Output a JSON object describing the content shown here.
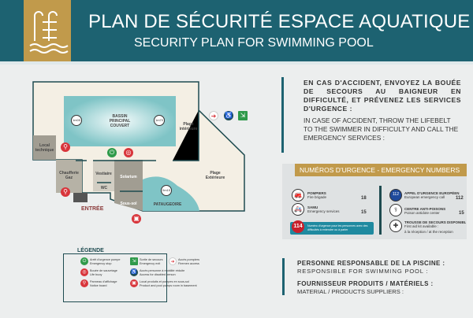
{
  "header": {
    "title_fr": "PLAN DE SÉCURITÉ ESPACE AQUATIQUE",
    "title_en": "SECURITY PLAN FOR SWIMMING POOL",
    "logo_icon": "pool-ladder-icon"
  },
  "plan": {
    "pool": "BASSIN PRINCIPAL COUVERT",
    "depth_shallow": "1m05",
    "depth_deep": "1m70",
    "kiddie_depth": "0m15",
    "local_technique": "Local technique",
    "chaufferie": "Chaufferie Gaz",
    "vestiaire": "Vestiaire",
    "wc": "WC",
    "solarium": "Solarium",
    "sous_sol": "Sous-sol",
    "pataugeoire": "PATAUGEOIRE",
    "plage_int": "Plage intérieure",
    "plage_ext": "Plage Extérieure",
    "entree": "ENTRÉE"
  },
  "instructions": {
    "fr": "En cas d'accident, envoyez la bouée de secours au baigneur en difficulté, et prévenez les services d'urgence :",
    "en": "In case of accident, throw the lifebelt to the swimmer in difficulty and call the emergency services :"
  },
  "emergency": {
    "title": "NUMÉROS D'URGENCE - EMERGENCY NUMBERS",
    "items": [
      {
        "fr": "POMPIERS",
        "en": "Fire brigade",
        "number": "18"
      },
      {
        "fr": "SAMU",
        "en": "Emergency services",
        "number": "15"
      },
      {
        "fr": "APPEL D'URGENCE EUROPÉEN",
        "en": "European emergency call",
        "number": "112"
      },
      {
        "fr": "CENTRE ANTI-POISONS",
        "en": "Poison antidote center",
        "number": "15"
      },
      {
        "fr": "TROUSSE DE SECOURS DISPONIBLE",
        "en": "First aid kit available :",
        "number": "à la réception / at the reception"
      }
    ],
    "sms": {
      "number": "114",
      "text": "Numéro d'urgence pour les personnes avec des difficultés à entendre ou à parler"
    }
  },
  "legend": {
    "title": "LÉGENDE",
    "items": [
      {
        "fr": "Arrêt d'urgence pompe",
        "en": "Emergency stop"
      },
      {
        "fr": "Bouée de sauvetage",
        "en": "Life buoy"
      },
      {
        "fr": "Panneau d'affichage",
        "en": "Notice board"
      },
      {
        "fr": "Sortie de secours",
        "en": "Emergency exit"
      },
      {
        "fr": "Accès personne à mobilité réduite",
        "en": "Access for disabled person"
      },
      {
        "fr": "Local produits et pompes en sous-sol",
        "en": "Product and pool pumps room in basement"
      },
      {
        "fr": "Accès pompiers",
        "en": "Firemen access"
      }
    ]
  },
  "contacts": {
    "resp_fr": "Personne responsable de la piscine :",
    "resp_en": "Responsible for swimming pool :",
    "supp_fr": "Fournisseur produits / matériels :",
    "supp_en": "Material / products suppliers :"
  }
}
